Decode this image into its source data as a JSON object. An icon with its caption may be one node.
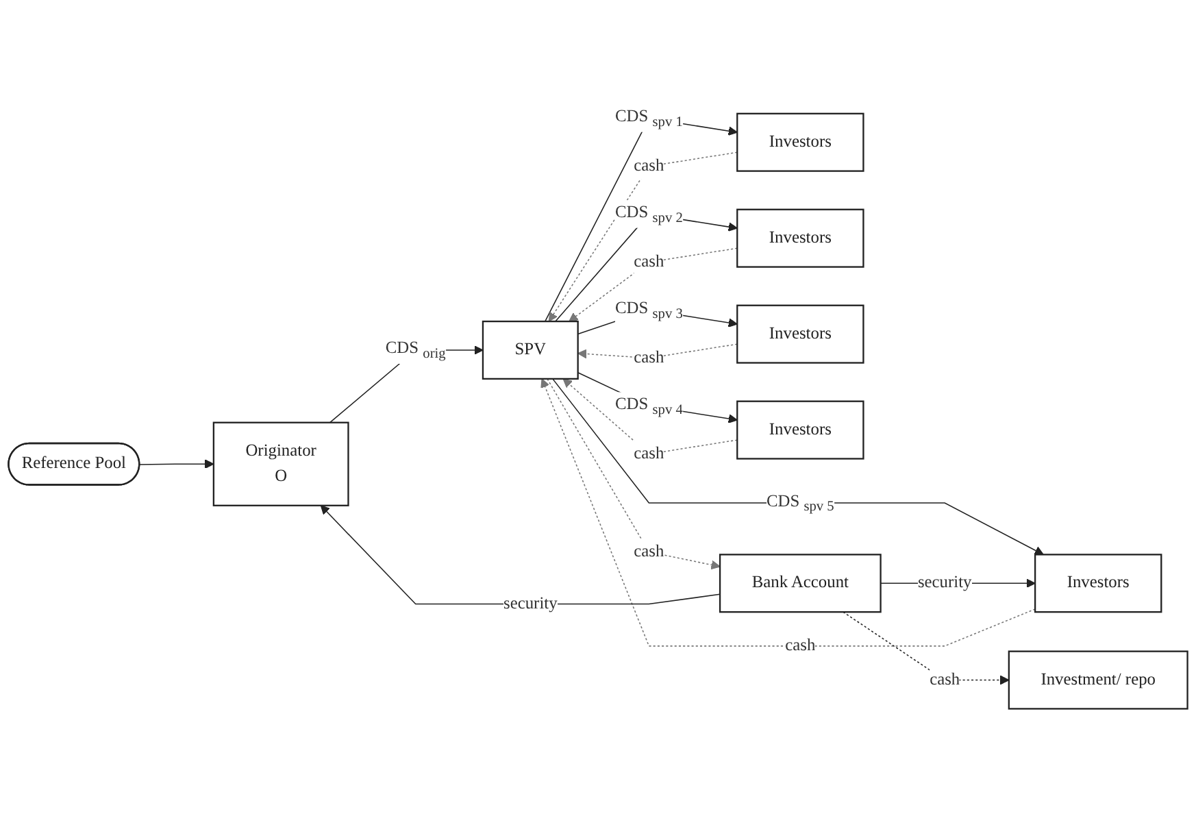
{
  "diagram": {
    "nodes": [
      {
        "text": [
          "Reference Pool"
        ]
      },
      {
        "text": [
          "Originator",
          "O"
        ]
      },
      {
        "text": [
          "SPV"
        ]
      },
      {
        "text": [
          "Investors"
        ]
      },
      {
        "text": [
          "Investors"
        ]
      },
      {
        "text": [
          "Investors"
        ]
      },
      {
        "text": [
          "Investors"
        ]
      },
      {
        "text": [
          "Investors"
        ]
      },
      {
        "text": [
          "Investment/ repo"
        ]
      },
      {
        "text": [
          "Bank Account"
        ]
      }
    ],
    "edges": [
      {
        "from": 0,
        "to": 1,
        "arrow": "to"
      },
      {
        "from": 1,
        "to": 2,
        "arrow": "to",
        "label": "CDS $_{orig}$"
      },
      {
        "from": 2,
        "to": 3,
        "arrow": "to",
        "label": "CDS $_{spv 1}$"
      },
      {
        "from": 3,
        "to": 2,
        "arrow": "to",
        "label": "cash",
        "style": "dashed",
        "color": "#777777"
      },
      {
        "from": 2,
        "to": 4,
        "arrow": "to",
        "label": "CDS $_{spv 2}$"
      },
      {
        "from": 4,
        "to": 2,
        "arrow": "to",
        "label": "cash",
        "style": "dashed",
        "color": "#777777"
      },
      {
        "from": 2,
        "to": 5,
        "arrow": "to",
        "label": "CDS $_{spv 3}$"
      },
      {
        "from": 5,
        "to": 2,
        "arrow": "to",
        "label": "cash",
        "style": "dashed",
        "color": "#777777"
      },
      {
        "from": 2,
        "to": 6,
        "arrow": "to",
        "label": "CDS $_{spv 4}$"
      },
      {
        "from": 6,
        "to": 2,
        "arrow": "to",
        "label": "cash",
        "style": "dashed",
        "color": "#777777"
      },
      {
        "from": 2,
        "to": 7,
        "arrow": "to",
        "label": "CDS $_{spv 5}$"
      },
      {
        "from": 7,
        "to": 2,
        "arrow": "to",
        "label": "cash",
        "style": "dashed",
        "color": "#777777"
      },
      {
        "from": 2,
        "to": 9,
        "arrow": "to",
        "label": "cash",
        "style": "dashed",
        "color": "#777777"
      },
      {
        "from": 9,
        "to": 1,
        "arrow": "to",
        "label": "security"
      },
      {
        "from": 9,
        "to": 8,
        "arrow": "to",
        "label": "cash",
        "style": "dashed"
      },
      {
        "from": 9,
        "to": 7,
        "arrow": "to",
        "label": "security"
      }
    ]
  }
}
